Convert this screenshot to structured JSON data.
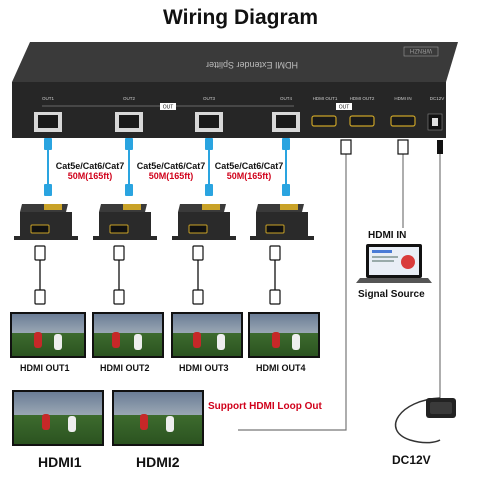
{
  "title": "Wiring Diagram",
  "device": {
    "name": "HDMI Extender Splitter",
    "brand": "WRNZH",
    "outputs": [
      "OUT1",
      "OUT2",
      "OUT3",
      "OUT4"
    ],
    "out_tag": "OUT",
    "loop_ports": [
      "HDMI OUT1",
      "HDMI OUT2"
    ],
    "input": "HDMI IN",
    "power": "DC12V"
  },
  "cable": {
    "types": "Cat5e/Cat6/Cat7",
    "length": "50M(165ft)"
  },
  "outputs_labels": [
    "HDMI OUT1",
    "HDMI OUT2",
    "HDMI OUT3",
    "HDMI OUT4"
  ],
  "loop_labels": [
    "HDMI1",
    "HDMI2"
  ],
  "loop_note": "Support HDMI Loop Out",
  "source": {
    "port_label": "HDMI IN",
    "name": "Signal Source"
  },
  "power_label": "DC12V",
  "colors": {
    "cable_blue": "#2aa4e0",
    "accent_red": "#d0021b",
    "device": "#2b2b2b"
  }
}
